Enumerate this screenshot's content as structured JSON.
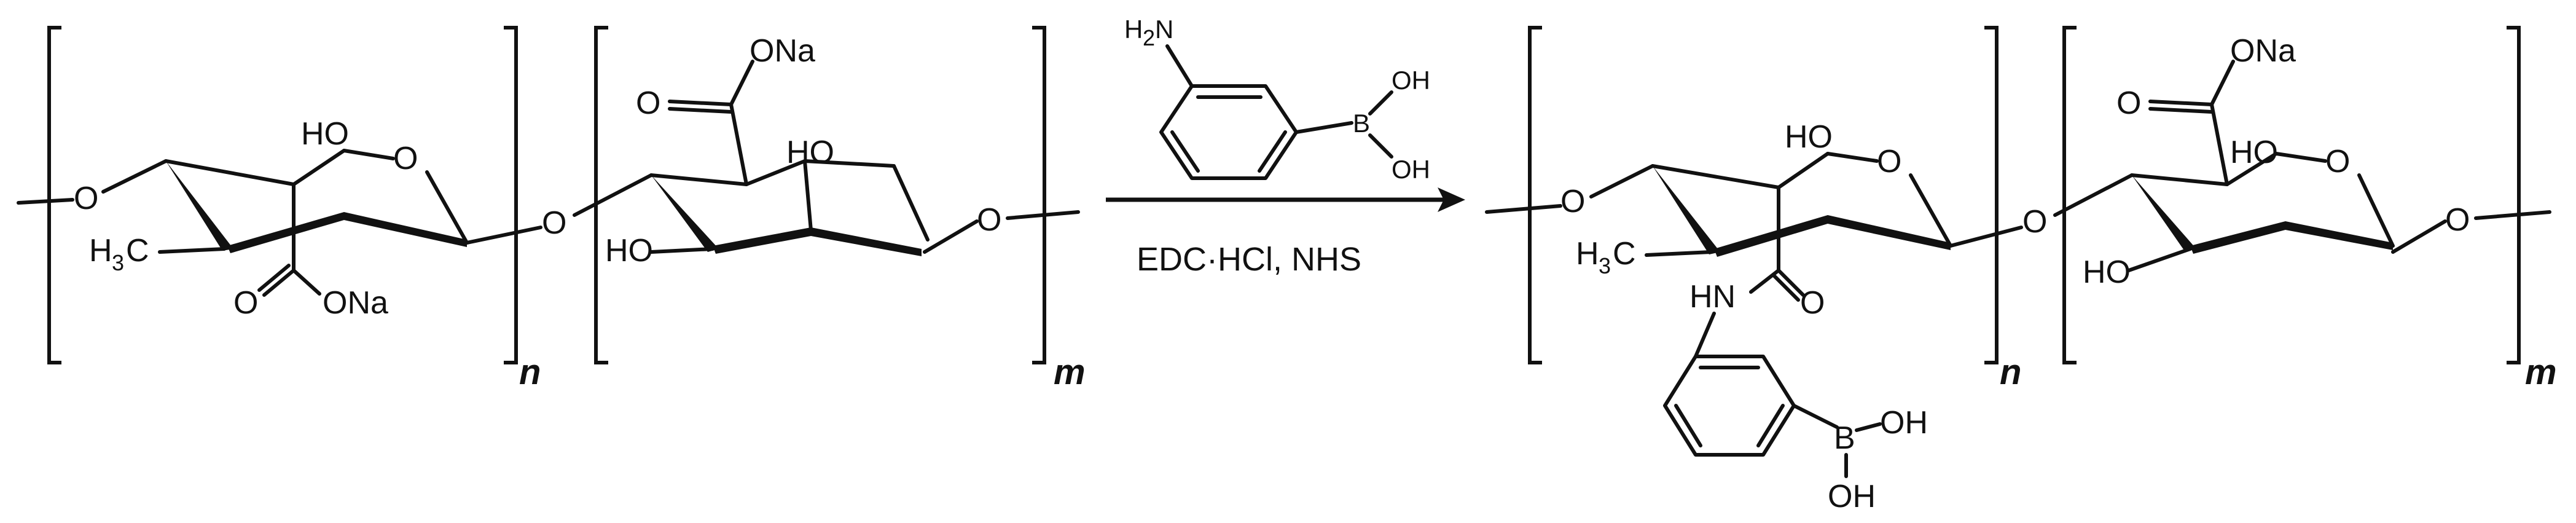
{
  "reactant": {
    "unit_n": {
      "oxygen_left": "O",
      "ring_oxygen": "O",
      "hydroxyl": "HO",
      "methyl": "H",
      "methyl_sub": "3",
      "methyl_c": "C",
      "carbonyl_o": "O",
      "ona": "ONa",
      "subscript": "n"
    },
    "linker_o": "O",
    "unit_m": {
      "ona": "ONa",
      "carbonyl_o": "O",
      "hydroxyl_top": "HO",
      "hydroxyl_bottom": "HO",
      "oxygen_right": "O",
      "subscript": "m"
    }
  },
  "reagent": {
    "amine": "H",
    "amine_sub": "2",
    "amine_n": "N",
    "boron": "B",
    "oh_top": "OH",
    "oh_bottom": "OH"
  },
  "conditions": "EDC·HCl, NHS",
  "product": {
    "unit_n": {
      "oxygen_left": "O",
      "ring_oxygen": "O",
      "hydroxyl": "HO",
      "methyl": "H",
      "methyl_sub": "3",
      "methyl_c": "C",
      "amide_nh": "HN",
      "amide_o": "O",
      "boron": "B",
      "oh_top": "OH",
      "oh_bottom": "OH",
      "subscript": "n"
    },
    "linker_o": "O",
    "unit_m": {
      "ona": "ONa",
      "carbonyl_o": "O",
      "hydroxyl_top": "HO",
      "ring_oxygen": "O",
      "hydroxyl_bottom": "HO",
      "oxygen_right": "O",
      "subscript": "m"
    }
  }
}
